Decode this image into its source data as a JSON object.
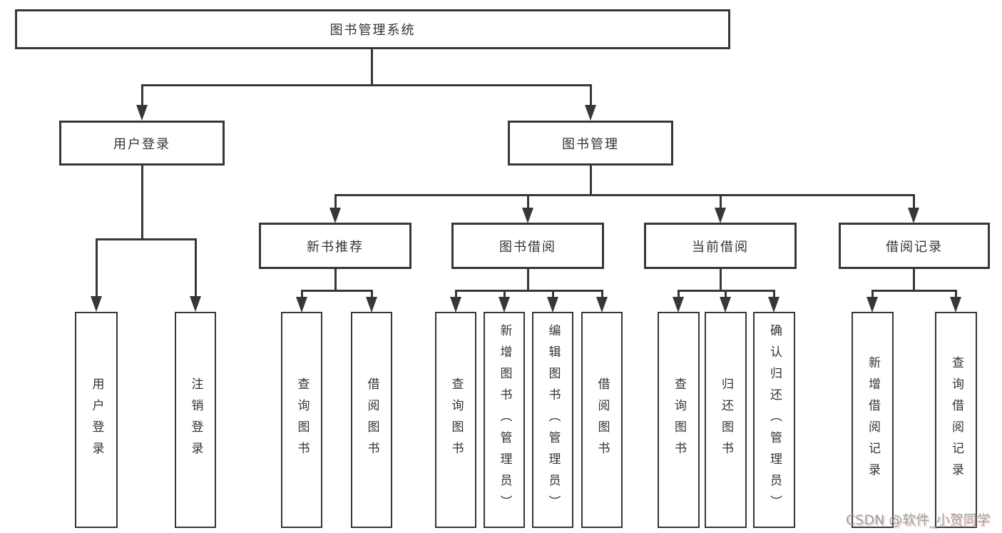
{
  "diagram": {
    "title_node": {
      "label": "图书管理系统"
    },
    "level2": [
      {
        "label": "用户登录"
      },
      {
        "label": "图书管理"
      }
    ],
    "level3": [
      {
        "label": "新书推荐",
        "parent": "图书管理"
      },
      {
        "label": "图书借阅",
        "parent": "图书管理"
      },
      {
        "label": "当前借阅",
        "parent": "图书管理"
      },
      {
        "label": "借阅记录",
        "parent": "图书管理"
      }
    ],
    "leaves": [
      {
        "label": "用户登录",
        "parent": "用户登录"
      },
      {
        "label": "注销登录",
        "parent": "用户登录"
      },
      {
        "label": "查询图书",
        "parent": "新书推荐"
      },
      {
        "label": "借阅图书",
        "parent": "新书推荐"
      },
      {
        "label": "查询图书",
        "parent": "图书借阅"
      },
      {
        "label": "新增图书（管理员）",
        "parent": "图书借阅"
      },
      {
        "label": "编辑图书（管理员）",
        "parent": "图书借阅"
      },
      {
        "label": "借阅图书",
        "parent": "图书借阅"
      },
      {
        "label": "查询图书",
        "parent": "当前借阅"
      },
      {
        "label": "归还图书",
        "parent": "当前借阅"
      },
      {
        "label": "确认归还（管理员）",
        "parent": "当前借阅"
      },
      {
        "label": "新增借阅记录",
        "parent": "借阅记录"
      },
      {
        "label": "查询借阅记录",
        "parent": "借阅记录"
      }
    ]
  },
  "watermark": {
    "text": "CSDN @软件_小贺同学"
  },
  "colors": {
    "line": "#373737",
    "text": "#333333",
    "box_fill": "#ffffff",
    "watermark": "#9e9e9e",
    "background": "#ffffff"
  }
}
